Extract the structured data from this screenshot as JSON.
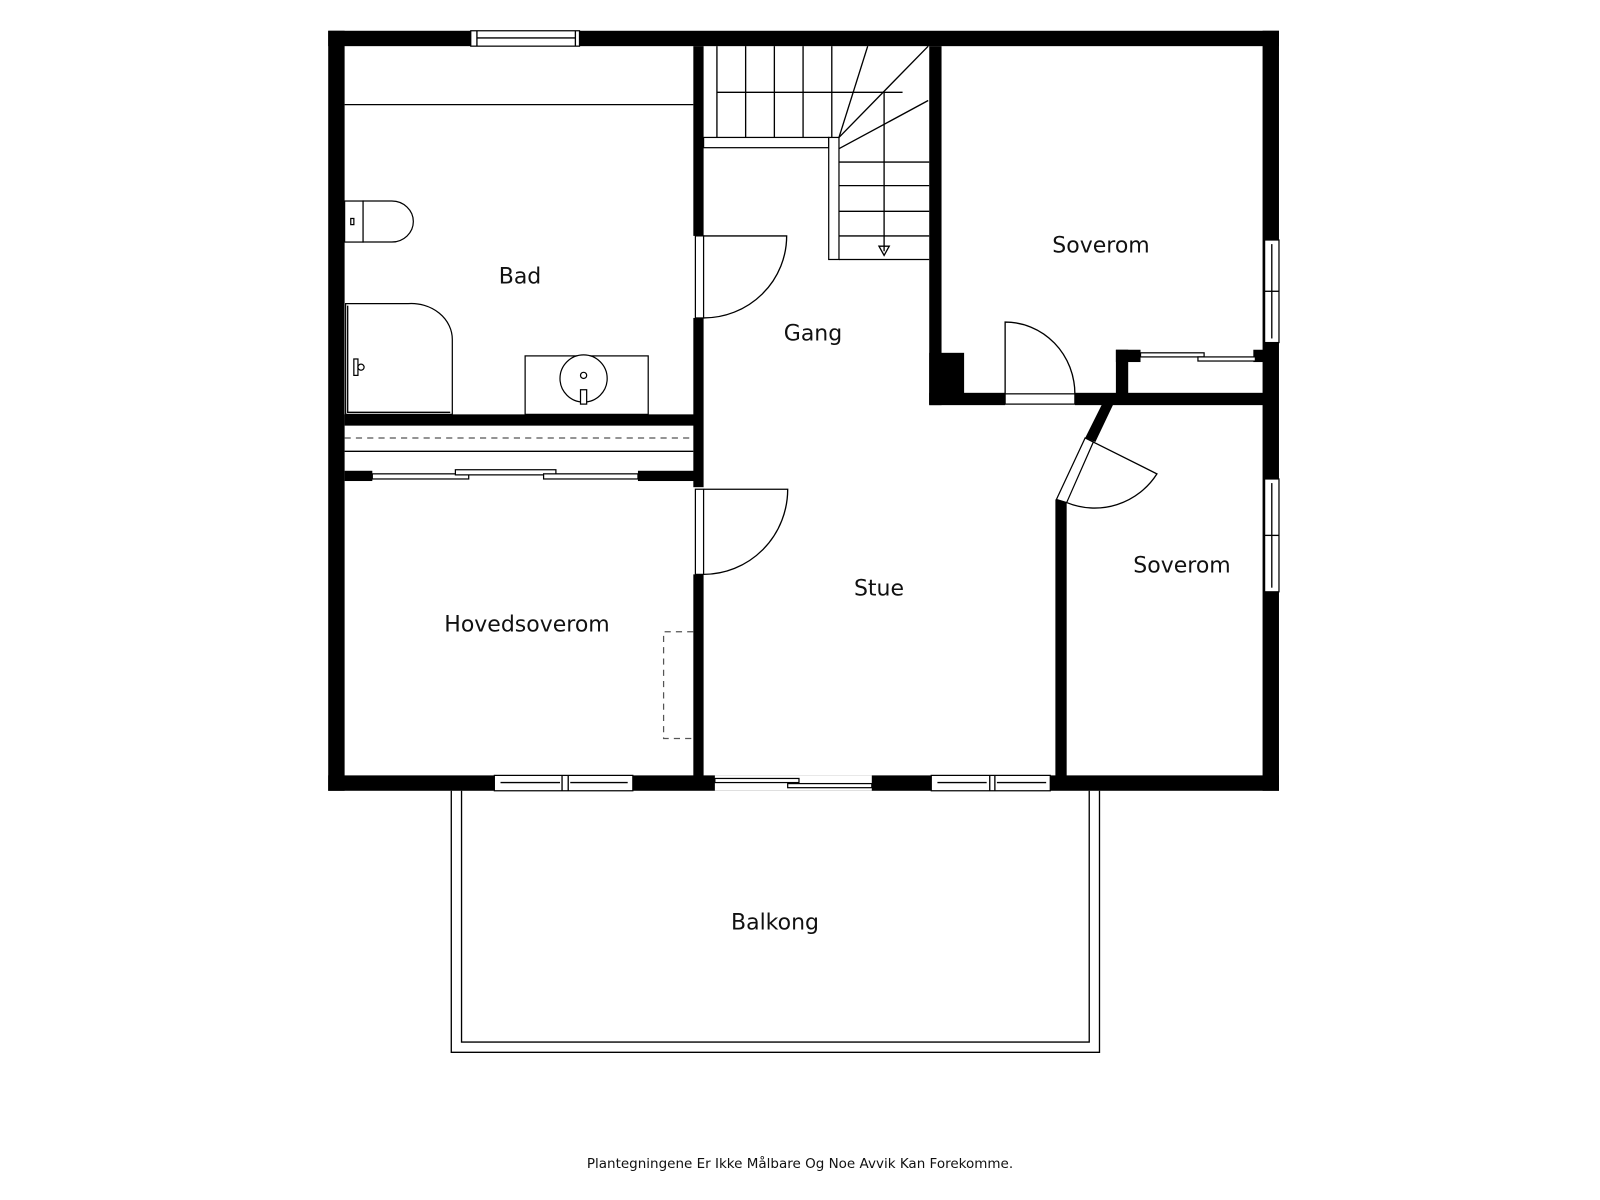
{
  "floor_plan": {
    "rooms": [
      {
        "id": "bad",
        "label": "Bad"
      },
      {
        "id": "gang",
        "label": "Gang"
      },
      {
        "id": "soverom_1",
        "label": "Soverom"
      },
      {
        "id": "soverom_2",
        "label": "Soverom"
      },
      {
        "id": "hovedsoverom",
        "label": "Hovedsoverom"
      },
      {
        "id": "stue",
        "label": "Stue"
      },
      {
        "id": "balkong",
        "label": "Balkong"
      }
    ],
    "fixtures": [
      "toilet",
      "shower",
      "sink",
      "staircase",
      "wardrobe"
    ],
    "colors": {
      "wall": "#000000",
      "background": "#ffffff",
      "text": "#111111"
    }
  },
  "footer": {
    "disclaimer": "Plantegningene Er Ikke Målbare Og Noe Avvik Kan Forekomme."
  }
}
